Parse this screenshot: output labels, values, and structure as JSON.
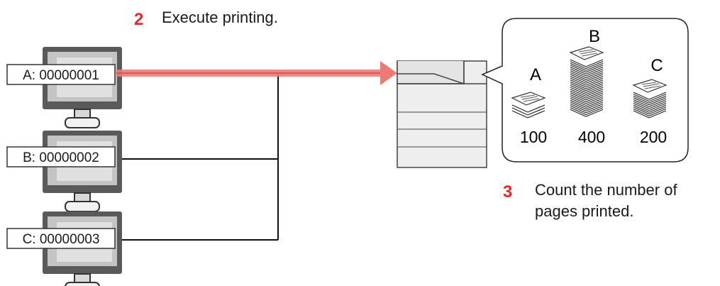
{
  "step2": {
    "number": "2",
    "text": "Execute printing."
  },
  "step3": {
    "number": "3",
    "line1": "Count the number of",
    "line2": "pages printed."
  },
  "computers": [
    {
      "label": "A: 00000001"
    },
    {
      "label": "B: 00000002"
    },
    {
      "label": "C: 00000003"
    }
  ],
  "counts": [
    {
      "letter": "A",
      "value": "100"
    },
    {
      "letter": "B",
      "value": "400"
    },
    {
      "letter": "C",
      "value": "200"
    }
  ],
  "colors": {
    "step_number": "#e8262a",
    "arrow": "#e8726e",
    "monitor_frame": "#555555",
    "monitor_screen": "#bdbdbd",
    "printer_body": "#ededed"
  }
}
